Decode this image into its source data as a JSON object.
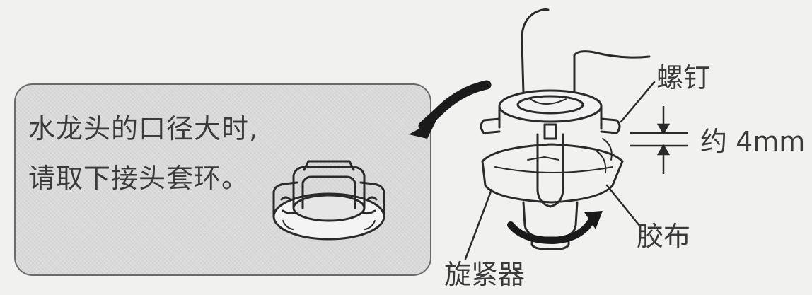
{
  "note": {
    "line1": "水龙头的口径大时,",
    "line2": "请取下接头套环。"
  },
  "labels": {
    "screw": "螺钉",
    "gap": "约 4mm",
    "tape": "胶布",
    "tightener": "旋紧器"
  },
  "icons": [
    "adapter-ring-icon",
    "faucet-adapter-icon",
    "curved-arrow-icon",
    "rotation-arrow-icon",
    "gap-dimension-icon"
  ]
}
